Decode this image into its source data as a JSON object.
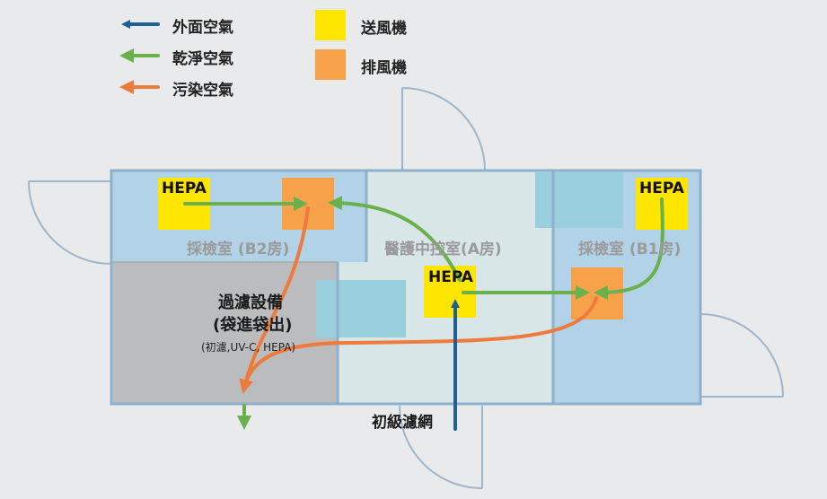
{
  "legend": {
    "outside_air": "外面空氣",
    "clean_air": "乾淨空氣",
    "dirty_air": "污染空氣",
    "supply_fan": "送風機",
    "exhaust_fan": "排風機"
  },
  "rooms": {
    "b2": "採檢室 (B2房)",
    "a": "醫護中控室(A房)",
    "b1": "採檢室 (B1房)"
  },
  "filter_equipment": {
    "title": "過濾設備",
    "subtitle": "(袋進袋出)",
    "detail": "(初濾,UV-C, HEPA)"
  },
  "hepa_label": "HEPA",
  "primary_filter": "初級濾網",
  "colors": {
    "outside": "#1f5f97",
    "clean": "#6ab04c",
    "dirty": "#ee7a3c",
    "supply": "#ffe600",
    "exhaust": "#f7a24a"
  }
}
